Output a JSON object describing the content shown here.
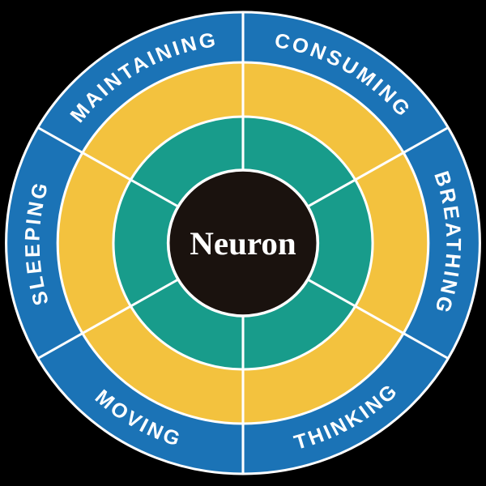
{
  "diagram": {
    "title_semantic": "neuron-functions-wheel",
    "center_label": "Neuron",
    "segments": [
      {
        "label": "CONSUMING",
        "position": "top-right"
      },
      {
        "label": "BREATHING",
        "position": "right"
      },
      {
        "label": "THINKING",
        "position": "bottom-right"
      },
      {
        "label": "MOVING",
        "position": "bottom-left"
      },
      {
        "label": "SLEEPING",
        "position": "left"
      },
      {
        "label": "MAINTAINING",
        "position": "top-left"
      }
    ],
    "colors": {
      "background": "#000000",
      "outer_ring": "#1b73b6",
      "middle_ring": "#f3c23e",
      "inner_ring": "#189c8b",
      "center_circle": "#1a120e",
      "divider": "#ffffff",
      "label_text": "#ffffff",
      "center_text": "#ffffff"
    }
  }
}
